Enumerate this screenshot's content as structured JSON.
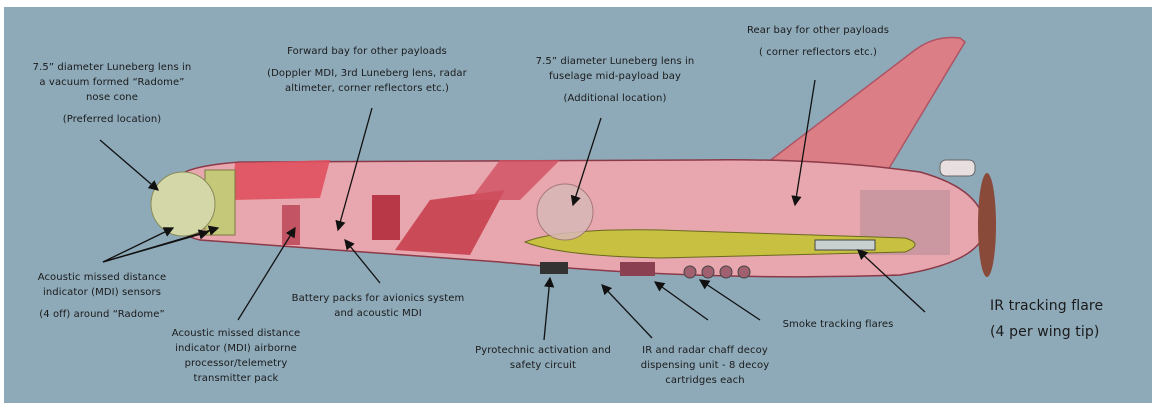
{
  "colors": {
    "background": "#8eaab9",
    "fuselage": "#e8a0a8",
    "fuselage_dark": "#c84858",
    "nose": "#c8c890",
    "wing": "#c8c040"
  },
  "labels": {
    "nose_lens": {
      "lines": [
        "7.5” diameter  Luneberg  lens in",
        "a vacuum formed  “Radome”",
        "nose  cone"
      ],
      "note": "(Preferred  location)"
    },
    "forward_bay": {
      "title": "Forward  bay for other  payloads",
      "lines": [
        "(Doppler  MDI, 3rd Luneberg  lens, radar",
        "altimeter,  corner  reflectors  etc.)"
      ]
    },
    "mid_lens": {
      "lines": [
        "7.5” diameter  Luneberg  lens in",
        "fuselage mid-payload  bay"
      ],
      "note": "(Additional  location)"
    },
    "rear_bay": {
      "title": "Rear bay for other  payloads",
      "note": "( corner  reflectors   etc.)"
    },
    "mdi_sensors": {
      "lines": [
        "Acoustic  missed  distance",
        "indicator  (MDI) sensors"
      ],
      "note": "(4 off) around  “Radome”"
    },
    "mdi_processor": {
      "lines": [
        "Acoustic  missed  distance",
        "indicator  (MDI) airborne",
        "processor/telemetry",
        "transmitter  pack"
      ]
    },
    "battery": {
      "lines": [
        "Battery  packs for avionics  system",
        "and acoustic  MDI"
      ]
    },
    "pyro": {
      "lines": [
        "Pyrotechnic  activation  and",
        "safety circuit"
      ]
    },
    "chaff": {
      "lines": [
        "IR and radar chaff decoy",
        "dispensing  unit - 8 decoy",
        "cartridges  each"
      ]
    },
    "smoke": {
      "lines": [
        "Smoke tracking  flares"
      ]
    },
    "ir_flare": {
      "lines": [
        "IR tracking flare",
        "(4 per wing tip)"
      ]
    }
  }
}
